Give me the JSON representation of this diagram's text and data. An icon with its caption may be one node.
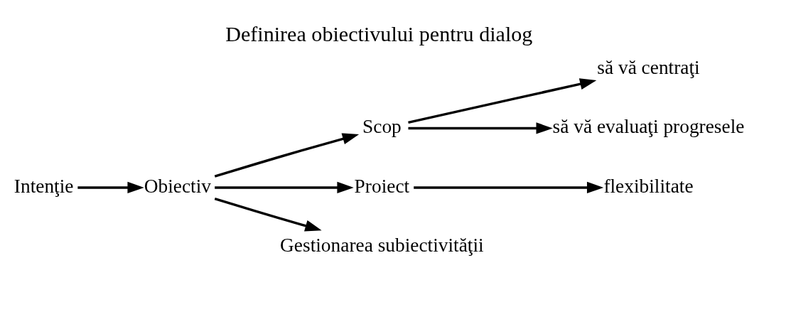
{
  "diagram": {
    "title": "Definirea obiectivului pentru dialog",
    "nodes": [
      {
        "text": [
          "Intenţie"
        ]
      },
      {
        "text": [
          "Obiectiv"
        ]
      },
      {
        "text": [
          "Scop"
        ]
      },
      {
        "text": [
          "să vă centraţi"
        ]
      },
      {
        "text": [
          "să vă evaluaţi progresele"
        ]
      },
      {
        "text": [
          "Proiect"
        ]
      },
      {
        "text": [
          "flexibilitate"
        ]
      },
      {
        "text": [
          "Gestionarea subiectivităţii"
        ]
      }
    ],
    "edges": [
      {
        "from": 0,
        "to": 1,
        "arrow": "to"
      },
      {
        "from": 1,
        "to": 2,
        "arrow": "to"
      },
      {
        "from": 2,
        "to": 3,
        "arrow": "to"
      },
      {
        "from": 2,
        "to": 4,
        "arrow": "to"
      },
      {
        "from": 1,
        "to": 5,
        "arrow": "to"
      },
      {
        "from": 5,
        "to": 6,
        "arrow": "to"
      },
      {
        "from": 1,
        "to": 7,
        "arrow": "to"
      }
    ]
  }
}
